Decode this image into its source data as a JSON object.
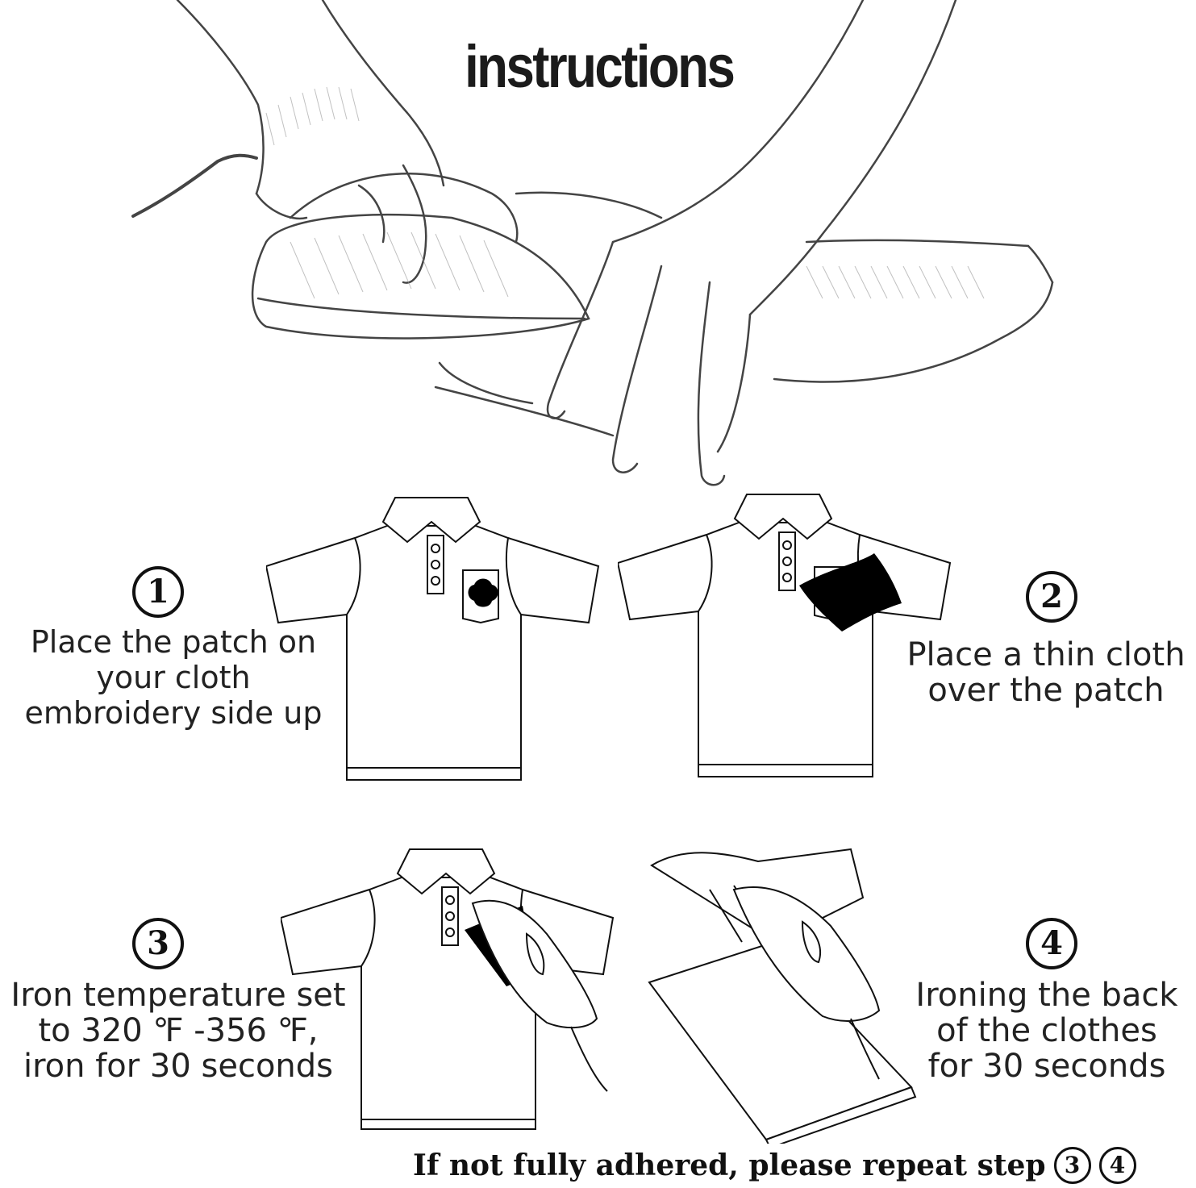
{
  "title": "instructions",
  "steps": [
    {
      "number": "1",
      "text_lines": [
        "Place the patch on",
        "your cloth",
        "embroidery side up"
      ]
    },
    {
      "number": "2",
      "text_lines": [
        "Place a thin cloth",
        "over the patch"
      ]
    },
    {
      "number": "3",
      "text_lines": [
        "Iron temperature set",
        "to 320 ℉ -356 ℉,",
        "iron for 30 seconds"
      ]
    },
    {
      "number": "4",
      "text_lines": [
        "Ironing the back",
        "of the clothes",
        "for 30 seconds"
      ]
    }
  ],
  "footer": {
    "text": "If not fully adhered, please repeat step",
    "step_refs": [
      "3",
      "4"
    ]
  },
  "icons": [
    "hand-holding-iron-illustration",
    "polo-shirt-icon",
    "iron-icon",
    "patch-icon",
    "cloth-icon"
  ],
  "colors": {
    "ink": "#1b1b1b",
    "background": "#ffffff"
  }
}
